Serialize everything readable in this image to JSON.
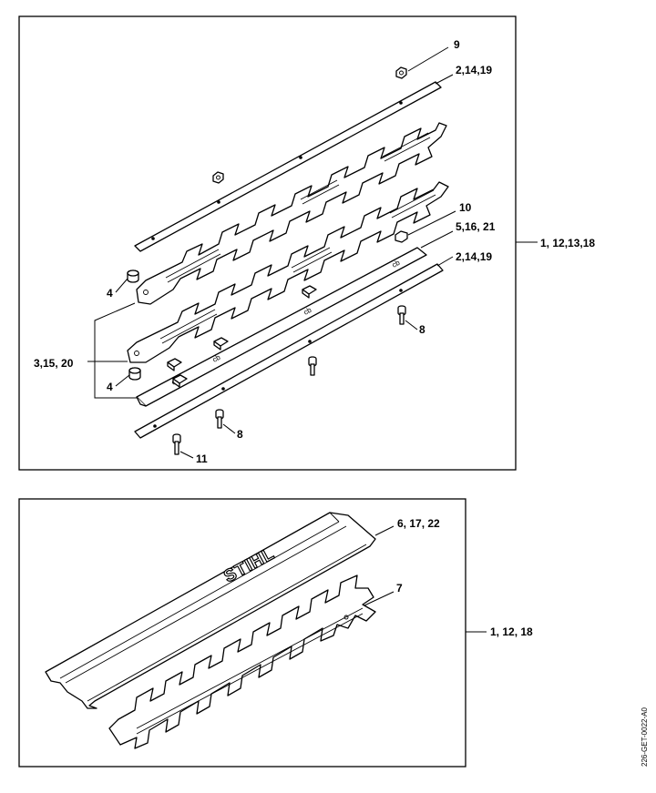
{
  "diagram": {
    "top_panel": {
      "labels": {
        "nut_top": "9",
        "strip_top": "2,14,19",
        "nut_mid": "10",
        "guide": "5,16, 21",
        "strip_bottom": "2,14,19",
        "spacer_upper": "4",
        "group_left": "3,15, 20",
        "spacer_lower": "4",
        "screw_right": "8",
        "screw_lower": "8",
        "screw_bottom": "11",
        "assembly": "1, 12,13,18"
      }
    },
    "bottom_panel": {
      "labels": {
        "guard": "6, 17, 22",
        "blade": "7",
        "assembly": "1, 12, 18"
      },
      "brand_text": "STIHL"
    },
    "drawing_code": "226-GET-0022-A0"
  }
}
